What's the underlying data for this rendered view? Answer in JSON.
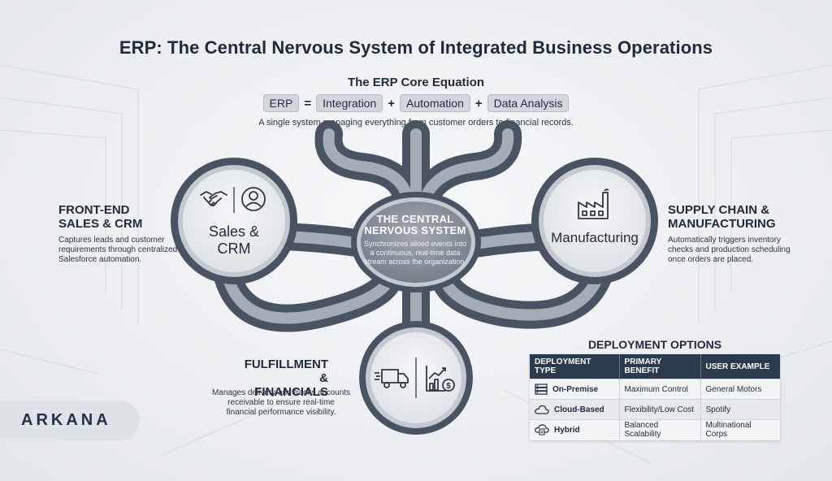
{
  "title": "ERP: The Central Nervous System of Integrated Business Operations",
  "equation": {
    "heading": "The ERP Core Equation",
    "terms": [
      "ERP",
      "Integration",
      "Automation",
      "Data Analysis"
    ],
    "operators": [
      "=",
      "+",
      "+"
    ],
    "subtitle": "A single system managing everything from customer orders to financial records."
  },
  "core": {
    "title_line1": "THE CENTRAL",
    "title_line2": "NERVOUS SYSTEM",
    "desc_line1": "Synchronizes siloed events into",
    "desc_line2": "a continuous, real-time data",
    "desc_line3": "stream across the organization."
  },
  "nodes": {
    "sales": {
      "label_line1": "Sales &",
      "label_line2": "CRM",
      "icons": [
        "handshake-icon",
        "user-icon"
      ]
    },
    "manufacturing": {
      "label": "Manufacturing",
      "icons": [
        "factory-icon"
      ]
    },
    "fulfillment": {
      "icons": [
        "truck-icon",
        "financial-chart-icon"
      ]
    }
  },
  "sections": {
    "front_end": {
      "title_line1": "FRONT-END",
      "title_line2": "SALES & CRM",
      "desc_line1": "Captures leads and customer",
      "desc_line2": "requirements through centralized",
      "desc_line3": "Salesforce automation."
    },
    "supply_chain": {
      "title_line1": "SUPPLY CHAIN &",
      "title_line2": "MANUFACTURING",
      "desc_line1": "Automatically triggers inventory",
      "desc_line2": "checks and production scheduling",
      "desc_line3": "once orders are placed."
    },
    "fulfillment": {
      "title_line1": "FULFILLMENT",
      "title_line2": "& FINANCIALS",
      "desc_line1": "Manages delivery and tracks accounts",
      "desc_line2": "receivable to ensure real-time",
      "desc_line3": "financial performance visibility."
    }
  },
  "deployment": {
    "title": "DEPLOYMENT OPTIONS",
    "headers": [
      "DEPLOYMENT TYPE",
      "PRIMARY BENEFIT",
      "USER EXAMPLE"
    ],
    "rows": [
      {
        "type": "On-Premise",
        "benefit": "Maximum Control",
        "example": "General Motors",
        "icon": "server-icon"
      },
      {
        "type": "Cloud-Based",
        "benefit": "Flexibility/Low Cost",
        "example": "Spotify",
        "icon": "cloud-icon"
      },
      {
        "type": "Hybrid",
        "benefit": "Balanced Scalability",
        "example": "Multinational Corps",
        "icon": "hybrid-cloud-icon"
      }
    ]
  },
  "brand": {
    "logo_text": "ARKANA"
  },
  "colors": {
    "pipe_dark": "#4a5361",
    "pipe_light": "#9aa1ab",
    "node_fill": "#eceef1",
    "core_fill": "#8a919b",
    "table_header": "#2c3a4d",
    "text_dark": "#1e2b3c"
  }
}
